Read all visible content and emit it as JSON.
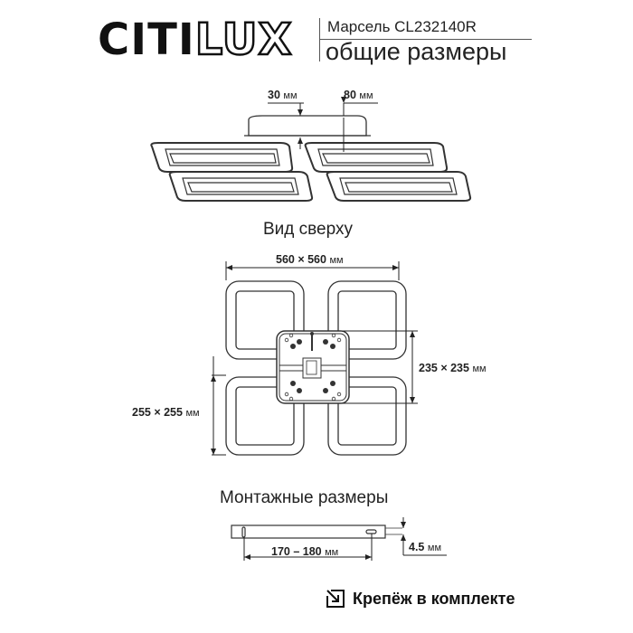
{
  "header": {
    "brand_logo": "CITILUX",
    "brand_solid": "CITI",
    "brand_outline": "LUX",
    "model": "Марсель CL232140R",
    "subtitle": "общие размеры"
  },
  "side_view": {
    "dim_height_min": {
      "value": "30",
      "unit": "мм"
    },
    "dim_height_max": {
      "value": "80",
      "unit": "мм"
    }
  },
  "top_view": {
    "title": "Вид сверху",
    "dim_overall": {
      "value": "560 × 560",
      "unit": "мм"
    },
    "dim_base": {
      "value": "235 × 235",
      "unit": "мм"
    },
    "dim_shade": {
      "value": "255 × 255",
      "unit": "мм"
    }
  },
  "mounting": {
    "title": "Монтажные размеры",
    "dim_spacing": {
      "value": "170 – 180",
      "unit": "мм"
    },
    "dim_thickness": {
      "value": "4.5",
      "unit": "мм"
    }
  },
  "footer": {
    "fastener_icon": "arrow-into-box-icon",
    "fastener_label": "Крепёж в комплекте"
  }
}
